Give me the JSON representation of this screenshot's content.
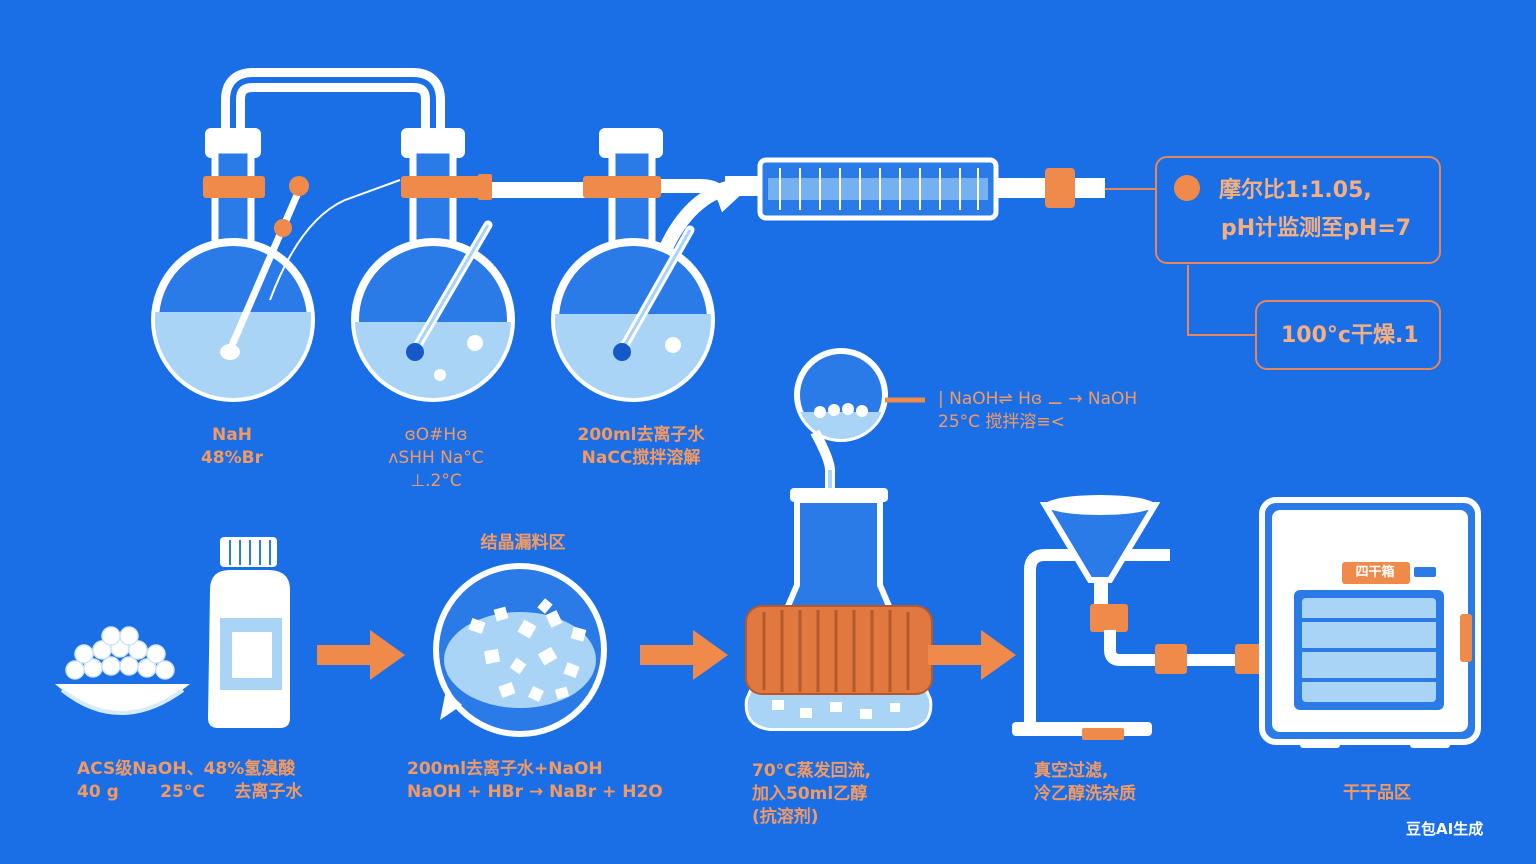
{
  "colors": {
    "background": "#1a6fe6",
    "glass": "#ffffff",
    "liquid": "#a9d4f5",
    "accent": "#f08a4b",
    "label": "#f39a63",
    "inner": "#2a7be8"
  },
  "notes": {
    "molar_ratio": "摩尔比1:1.05,",
    "ph_monitor": "pH计监测至pH=7",
    "drying": "100°c干燥.1"
  },
  "top_labels": {
    "flask1": [
      "NaH",
      "48%Br"
    ],
    "flask2": [
      "ɞO#Hɞ",
      "ʌSHH Na°C",
      "⊥.2°C"
    ],
    "flask3": [
      "200ml去离子水",
      "NaCC搅拌溶解"
    ]
  },
  "funnel_label": [
    "| NaOH⇌ Hɞ ⚊ → NaOH",
    "25°C 搅拌溶≡<"
  ],
  "zone_titles": {
    "crystal_zone": "结晶漏料区"
  },
  "oven_tag": "四干箱",
  "bottom_labels": {
    "reagents": [
      "ACS级NaOH、48%氢溴酸",
      "40 g       25°C     去离子水"
    ],
    "crystallize": [
      "200ml去离子水+NaOH",
      "NaOH + HBr →  NaBr + H2O"
    ],
    "reflux": [
      "70°C蒸发回流,",
      "加入50ml乙醇",
      "(抗溶剂)"
    ],
    "filter": [
      "真空过滤,",
      "冷乙醇洗杂质"
    ],
    "dry_zone": [
      "干干品区"
    ]
  },
  "watermark": "豆包AI生成"
}
